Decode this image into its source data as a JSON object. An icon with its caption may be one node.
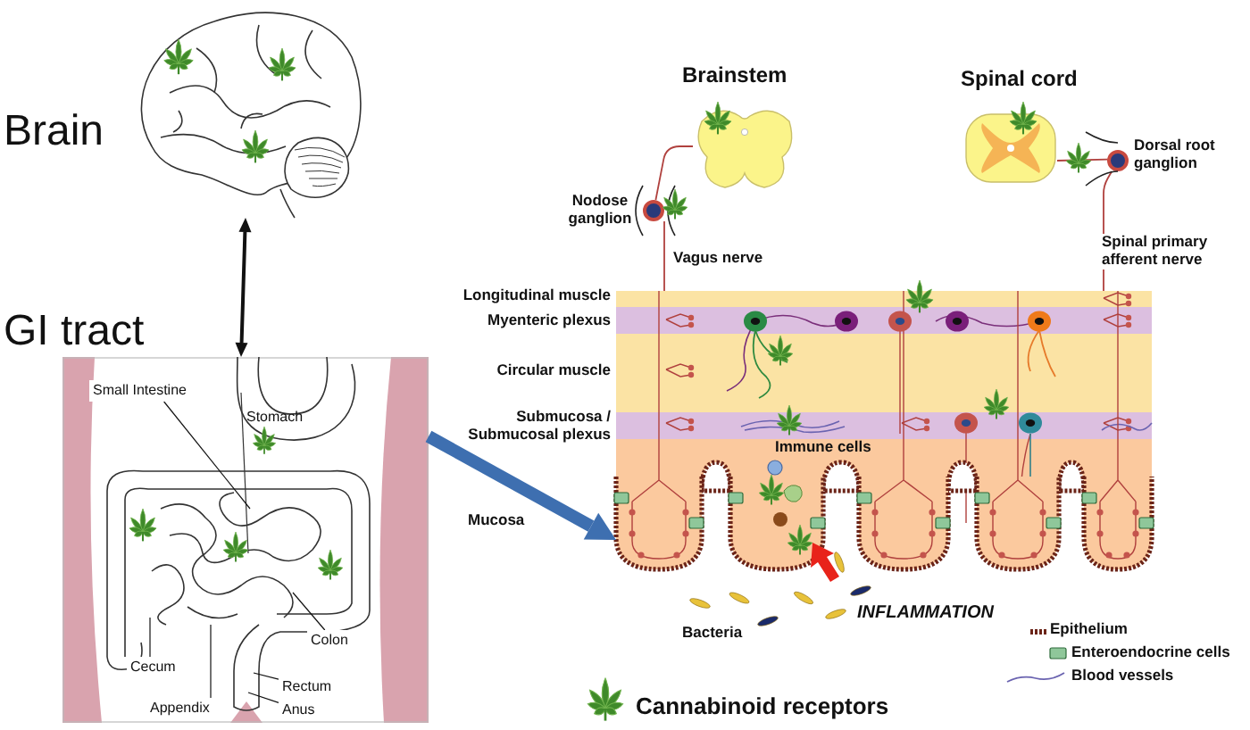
{
  "diagram": {
    "nodes": [
      {
        "text": [],
        "shape": "picture",
        "beside": [
          "Brain"
        ]
      },
      {
        "text": [],
        "shape": "picture",
        "beside": [
          "GI tract"
        ]
      },
      {
        "text": [
          "Small Intestine"
        ],
        "in": 1
      },
      {
        "text": [
          "Colon"
        ],
        "in": 1
      },
      {
        "text": [
          "Cecum"
        ],
        "in": 1
      },
      {
        "text": [
          "Appendix"
        ],
        "in": 1
      },
      {
        "text": [
          "Rectum"
        ],
        "in": 1
      },
      {
        "text": [
          "Anus"
        ],
        "in": 1
      },
      {
        "text": [],
        "shape": "picture",
        "beside": [
          "Longitudinal muscle",
          "Myenteric plexus",
          "Circular muscle",
          "Submucosa / Submucosal plexus"
        ]
      },
      {
        "text": [],
        "shape": "picture",
        "beside": [
          "Brainstem"
        ]
      },
      {
        "text": [],
        "shape": "picture",
        "beside": [
          "Spinal cord"
        ]
      },
      {
        "text": [],
        "shape": "circle",
        "beside": [
          "Nodose ganglion"
        ]
      },
      {
        "text": [],
        "shape": "circle",
        "beside": [
          "Dorsal root ganglion"
        ]
      }
    ],
    "edges": [
      {
        "from": 0,
        "to": 1,
        "arrow": "both"
      },
      {
        "from": 1,
        "to": 8,
        "arrow": "to",
        "style": "thick",
        "color": "#3e6fb0"
      },
      {
        "from": 8,
        "to": 11,
        "arrow": "none",
        "label": "Vagus nerve",
        "color": "#b0413e"
      },
      {
        "from": 11,
        "to": 9,
        "arrow": "none",
        "color": "#b0413e"
      },
      {
        "from": 8,
        "to": 12,
        "arrow": "none",
        "label": "Spinal primary afferent nerve",
        "color": "#b0413e"
      },
      {
        "from": 12,
        "to": 10,
        "arrow": "none",
        "color": "#b0413e"
      },
      {
        "from": 2,
        "to": null,
        "arrow": "none"
      },
      {
        "from": 3,
        "to": null,
        "arrow": "none"
      },
      {
        "from": 4,
        "to": null,
        "arrow": "none"
      },
      {
        "from": 5,
        "to": null,
        "arrow": "none"
      },
      {
        "from": 6,
        "to": null,
        "arrow": "none"
      },
      {
        "from": 7,
        "to": null,
        "arrow": "none"
      }
    ],
    "labels": [
      "Stomach",
      "Mucosa",
      "Immune cells",
      "INFLAMMATION",
      "Bacteria"
    ],
    "legend": [
      {
        "text": "Epithelium"
      },
      {
        "text": "Enteroendocrine cells"
      },
      {
        "text": "Blood vessels"
      },
      {
        "text": "Cannabinoid receptors"
      }
    ]
  }
}
